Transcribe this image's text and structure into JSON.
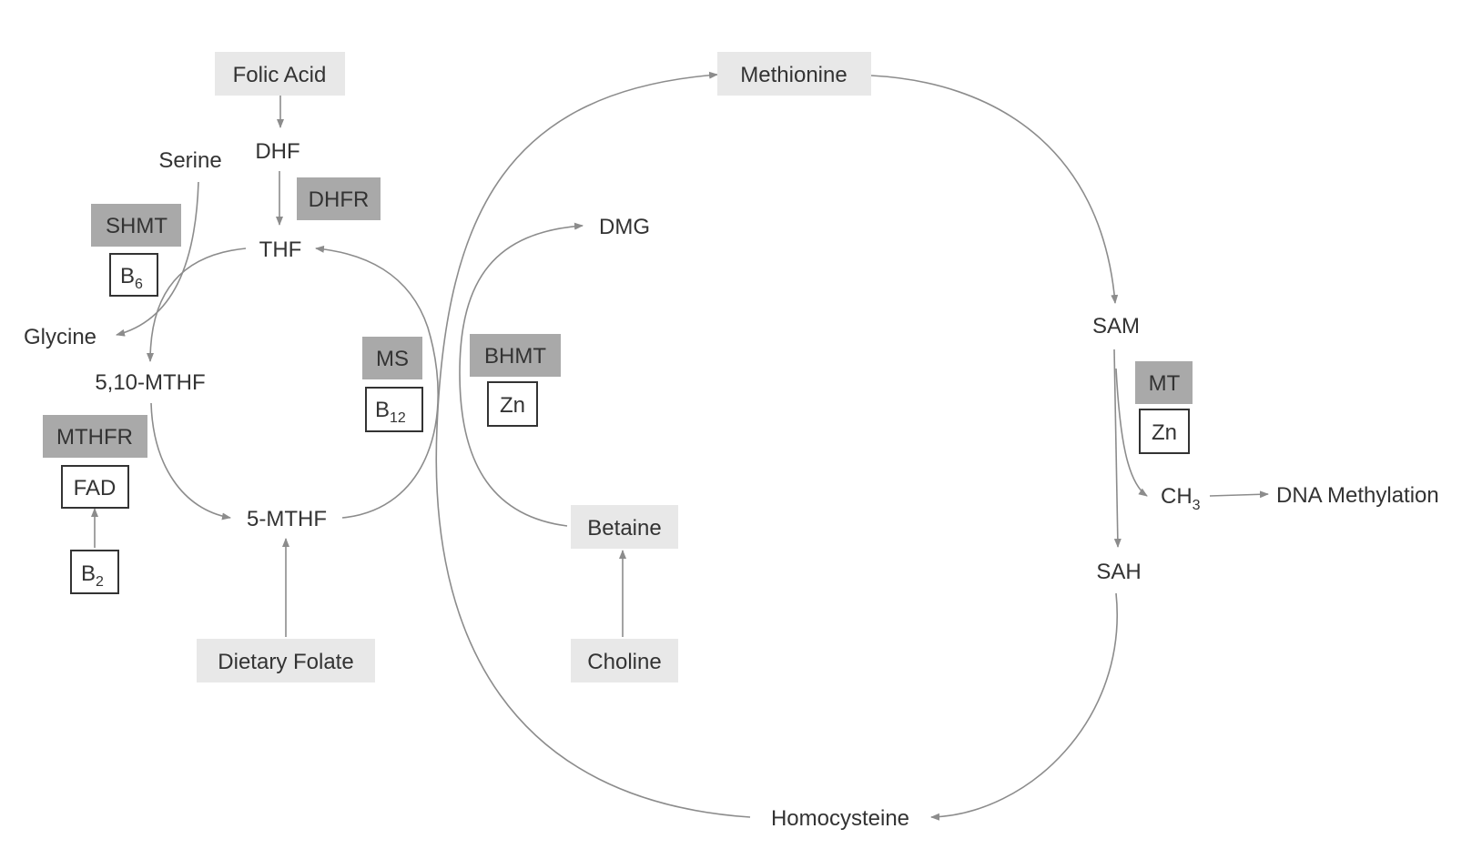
{
  "colors": {
    "light_box": "#e8e8e8",
    "enzyme_box": "#a9a9a9",
    "cofactor_border": "#333333",
    "arrow": "#8c8c8c",
    "text": "#333333"
  },
  "nodes": {
    "folic_acid": "Folic Acid",
    "dhf": "DHF",
    "serine": "Serine",
    "thf": "THF",
    "glycine": "Glycine",
    "mthf_510": "5,10-MTHF",
    "mthf_5": "5-MTHF",
    "dietary_folate": "Dietary Folate",
    "methionine": "Methionine",
    "dmg": "DMG",
    "betaine": "Betaine",
    "choline": "Choline",
    "sam": "SAM",
    "sah": "SAH",
    "ch3_base": "CH",
    "ch3_sub": "3",
    "dna_methylation": "DNA Methylation",
    "homocysteine": "Homocysteine"
  },
  "enzymes": {
    "dhfr": "DHFR",
    "shmt": "SHMT",
    "mthfr": "MTHFR",
    "ms": "MS",
    "bhmt": "BHMT",
    "mt": "MT"
  },
  "cofactors": {
    "b6_base": "B",
    "b6_sub": "6",
    "fad": "FAD",
    "b2_base": "B",
    "b2_sub": "2",
    "b12_base": "B",
    "b12_sub": "12",
    "zn_bhmt": "Zn",
    "zn_mt": "Zn"
  }
}
